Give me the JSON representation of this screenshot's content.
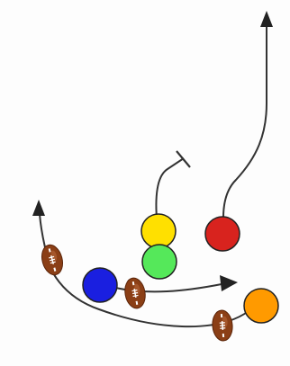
{
  "play_diagram": {
    "players": [
      {
        "id": "yellow",
        "color": "#FFE000",
        "role": "blocker"
      },
      {
        "id": "green",
        "color": "#55E85A",
        "role": "blocker"
      },
      {
        "id": "red",
        "color": "#D8231E",
        "role": "receiver"
      },
      {
        "id": "blue",
        "color": "#1A1FE0",
        "role": "player"
      },
      {
        "id": "orange",
        "color": "#FF9A00",
        "role": "player"
      }
    ],
    "routes": [
      {
        "id": "red-route",
        "style": "arrow",
        "color": "#333333"
      },
      {
        "id": "yellow-block",
        "style": "block-T",
        "color": "#333333"
      },
      {
        "id": "blue-route",
        "style": "arrow",
        "color": "#333333"
      },
      {
        "id": "orange-route",
        "style": "arrow",
        "color": "#333333"
      }
    ],
    "ball_icons": 3,
    "colors": {
      "background": "#fdfdfd",
      "line": "#333333",
      "football": "#8B3F16",
      "lace": "#ffffff"
    }
  }
}
